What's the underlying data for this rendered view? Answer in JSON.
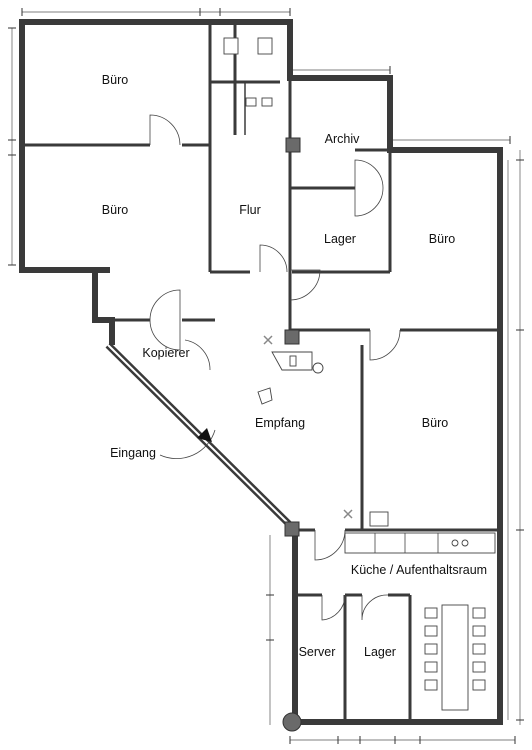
{
  "plan": {
    "rooms": {
      "office_nw": "Büro",
      "office_w": "Büro",
      "corridor": "Flur",
      "archive": "Archiv",
      "storage_n": "Lager",
      "office_ne": "Büro",
      "copier": "Kopierer",
      "reception": "Empfang",
      "office_e": "Büro",
      "entrance": "Eingang",
      "kitchen": "Küche / Aufenthaltsraum",
      "server": "Server",
      "storage_s": "Lager"
    }
  }
}
